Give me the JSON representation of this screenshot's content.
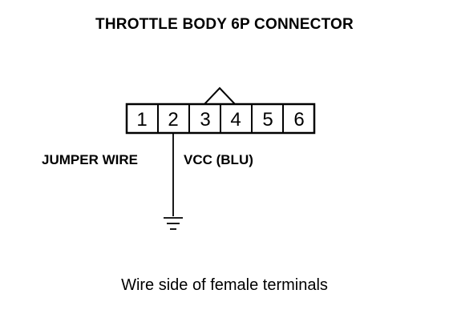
{
  "title": "THROTTLE BODY 6P CONNECTOR",
  "connector": {
    "pins": [
      "1",
      "2",
      "3",
      "4",
      "5",
      "6"
    ]
  },
  "labels": {
    "jumper_wire": "JUMPER WIRE",
    "vcc": "VCC (BLU)"
  },
  "caption": "Wire side of female terminals",
  "icons": {
    "ground": "ground-symbol-icon",
    "lock_tab": "connector-lock-tab-icon"
  },
  "colors": {
    "line": "#000000",
    "background": "#ffffff"
  }
}
